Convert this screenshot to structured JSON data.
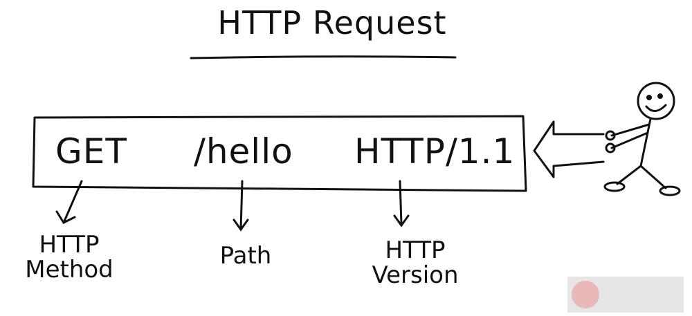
{
  "diagram": {
    "title": "HTTP Request",
    "request_line": {
      "method": "GET",
      "path": "/hello",
      "version": "HTTP/1.1"
    },
    "labels": {
      "method": [
        "HTTP",
        "Method"
      ],
      "path": "Path",
      "version": [
        "HTTP",
        "Version"
      ]
    }
  },
  "colors": {
    "ink": "#111111",
    "watermark": "#e9b8b8"
  },
  "icons": {
    "actor": "stick-figure-icon",
    "logo": "watermark-logo-icon"
  }
}
